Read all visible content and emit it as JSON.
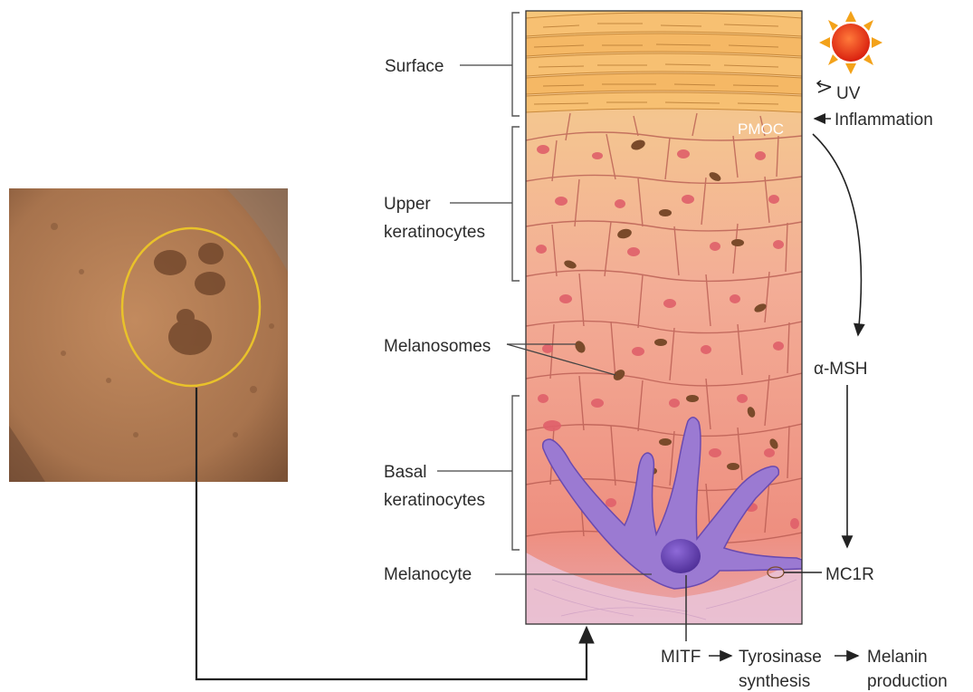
{
  "labels": {
    "surface": "Surface",
    "upper_line1": "Upper",
    "upper_line2": "keratinocytes",
    "melanosomes": "Melanosomes",
    "basal_line1": "Basal",
    "basal_line2": "keratinocytes",
    "melanocyte": "Melanocyte",
    "uv": "UV",
    "inflammation": "Inflammation",
    "pmoc": "PMOC",
    "amsh": "α-MSH",
    "mc1r": "MC1R",
    "mitf": "MITF",
    "tyrosinase_line1": "Tyrosinase",
    "tyrosinase_line2": "synthesis",
    "melanin_line1": "Melanin",
    "melanin_line2": "production"
  },
  "colors": {
    "surface_layer": "#f2b968",
    "upper_layer": "#f3c38a",
    "basal_layer": "#ee9985",
    "melanocyte": "#9b7ad2",
    "melanin": "#7a4a2a",
    "nucleus": "#e0606a",
    "sun": "#e8421d"
  },
  "icons": {
    "sun": "sun-icon",
    "photo": "skin-photo"
  }
}
